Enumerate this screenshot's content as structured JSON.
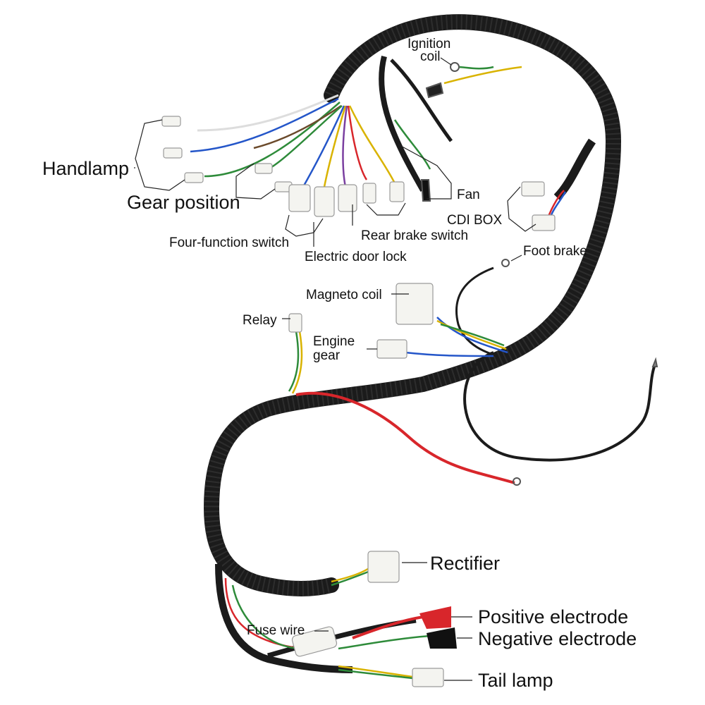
{
  "labels": {
    "ignition_coil_1": "Ignition",
    "ignition_coil_2": "coil",
    "handlamp": "Handlamp",
    "gear_position": "Gear position",
    "fan": "Fan",
    "cdi_box": "CDI BOX",
    "four_function_switch": "Four-function switch",
    "rear_brake_switch": "Rear brake switch",
    "electric_door_lock": "Electric door lock",
    "foot_brake": "Foot brake",
    "magneto_coil": "Magneto coil",
    "relay": "Relay",
    "engine_gear_1": "Engine",
    "engine_gear_2": "gear",
    "rectifier": "Rectifier",
    "fuse_wire": "Fuse wire",
    "positive_electrode": "Positive electrode",
    "negative_electrode": "Negative electrode",
    "tail_lamp": "Tail lamp"
  },
  "colors": {
    "harness": "#1b1b1b",
    "red_wire": "#d8262b",
    "green_wire": "#2e8b3a",
    "yellow_wire": "#d9b300",
    "blue_wire": "#2456c9",
    "white_connector": "#f4f4f0"
  }
}
